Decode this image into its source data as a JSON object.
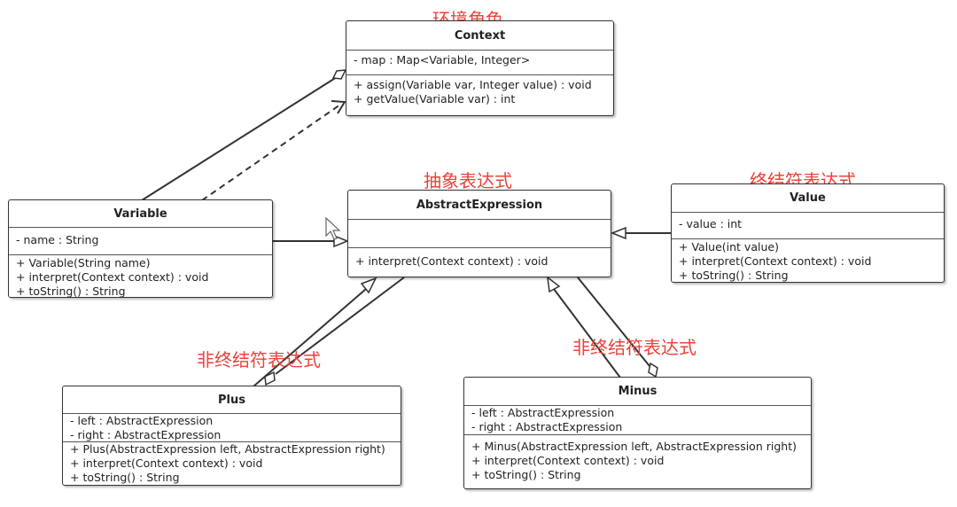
{
  "roles": {
    "context": "环境角色",
    "abstract": "抽象表达式",
    "terminal": "终结符表达式",
    "nonterminal_plus": "非终结符表达式",
    "nonterminal_minus": "非终结符表达式"
  },
  "classes": {
    "context": {
      "name": "Context",
      "attributes": [
        "- map : Map<Variable, Integer>"
      ],
      "methods": [
        "+ assign(Variable var, Integer value) : void",
        "+ getValue(Variable var) : int"
      ]
    },
    "abstract": {
      "name": "AbstractExpression",
      "attributes": [],
      "methods": [
        "+ interpret(Context context) : void"
      ]
    },
    "variable": {
      "name": "Variable",
      "attributes": [
        "- name : String"
      ],
      "methods": [
        "+ Variable(String name)",
        "+ interpret(Context context) : void",
        "+ toString() : String"
      ]
    },
    "value": {
      "name": "Value",
      "attributes": [
        "- value : int"
      ],
      "methods": [
        "+ Value(int value)",
        "+ interpret(Context context) : void",
        "+ toString() : String"
      ]
    },
    "plus": {
      "name": "Plus",
      "attributes": [
        "- left : AbstractExpression",
        "- right : AbstractExpression"
      ],
      "methods": [
        "+ Plus(AbstractExpression left, AbstractExpression right)",
        "+ interpret(Context context) : void",
        "+ toString() : String"
      ]
    },
    "minus": {
      "name": "Minus",
      "attributes": [
        "- left : AbstractExpression",
        "- right : AbstractExpression"
      ],
      "methods": [
        "+ Minus(AbstractExpression left, AbstractExpression right)",
        "+ interpret(Context context) : void",
        "+ toString() : String"
      ]
    }
  }
}
